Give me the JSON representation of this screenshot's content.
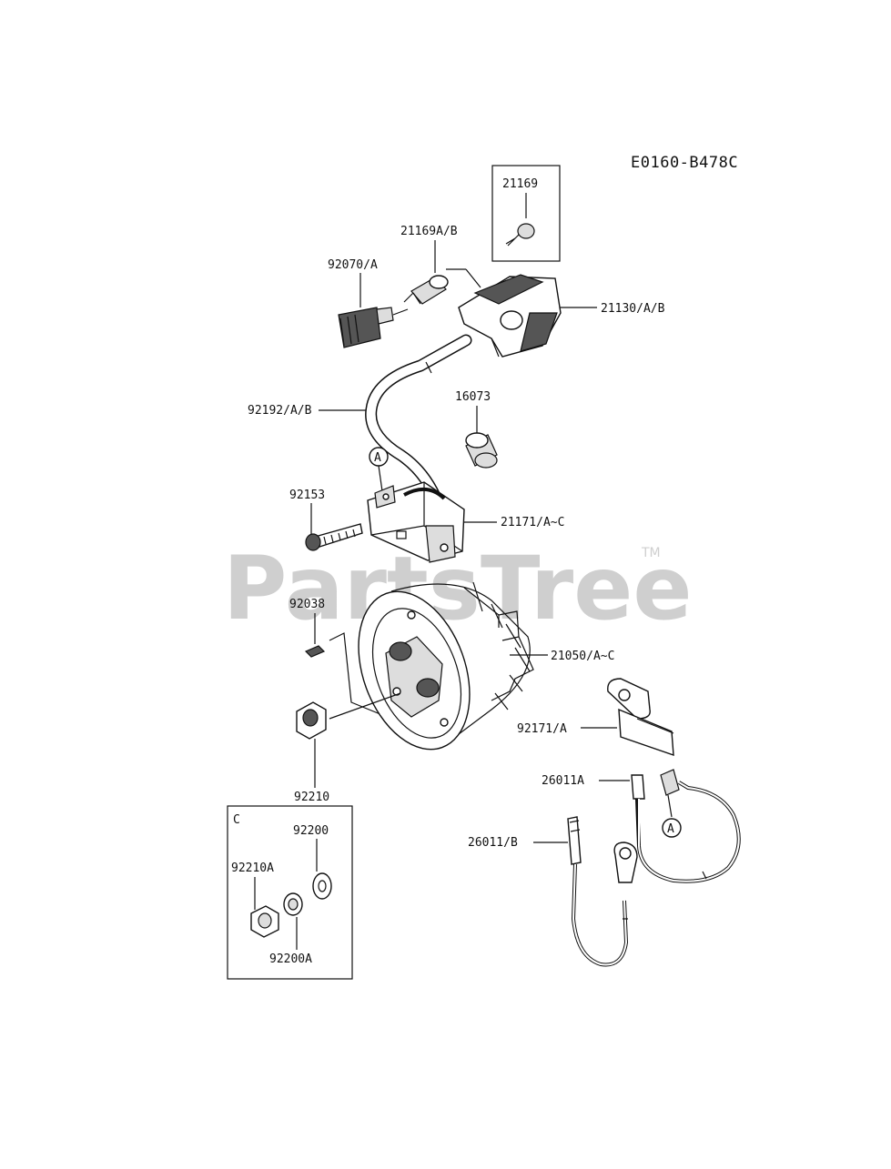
{
  "diagram_code": "E0160-B478C",
  "watermark": "PartsTree",
  "watermark_tm": "TM",
  "parts": {
    "p21169": "21169",
    "p21169ab": "21169A/B",
    "p92070a": "92070/A",
    "p21130ab": "21130/A/B",
    "p92192ab": "92192/A/B",
    "p16073": "16073",
    "p92153": "92153",
    "p21171ac": "21171/A~C",
    "p92038": "92038",
    "p21050ac": "21050/A~C",
    "p92171a": "92171/A",
    "p92210": "92210",
    "p26011a": "26011A",
    "p26011b": "26011/B",
    "p92200": "92200",
    "p92210a": "92210A",
    "p92200a": "92200A"
  },
  "callouts": {
    "a_top": "A",
    "a_bottom": "A",
    "box_tag": "C"
  }
}
